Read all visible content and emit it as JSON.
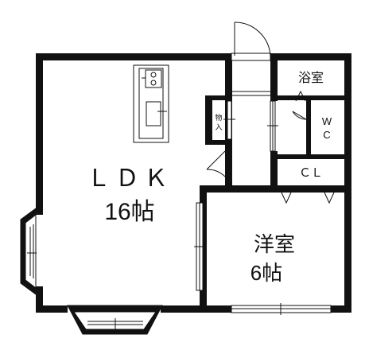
{
  "rooms": {
    "ldk": {
      "name": "ＬＤＫ",
      "size": "16帖"
    },
    "western": {
      "name": "洋室",
      "size": "6帖"
    },
    "bath": {
      "name": "浴室"
    },
    "wc": {
      "line1": "W",
      "line2": "C"
    },
    "closet": {
      "name": "ＣＬ"
    },
    "storage": {
      "line1": "物",
      "line2": "入"
    }
  },
  "colors": {
    "wall": "#111111",
    "line": "#222222",
    "background": "#ffffff"
  }
}
